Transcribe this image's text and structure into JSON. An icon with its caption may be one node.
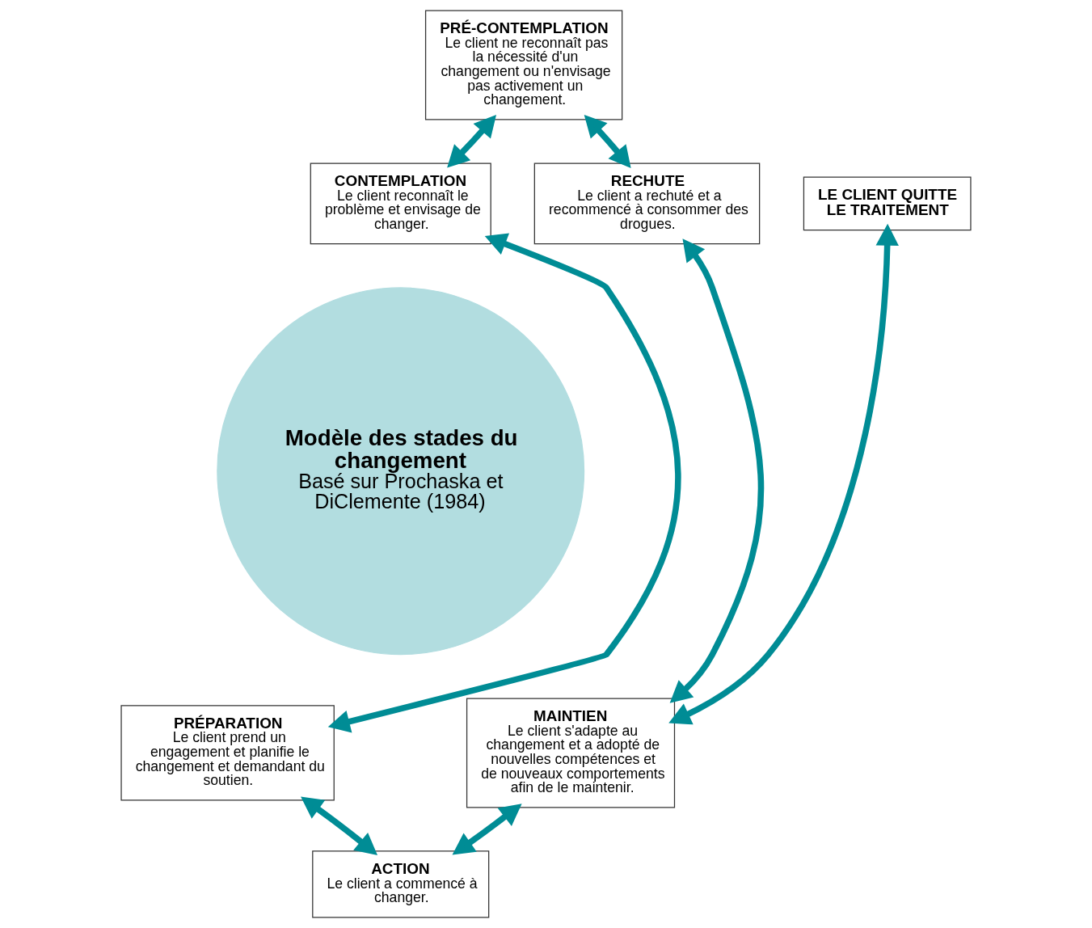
{
  "diagram": {
    "nodes": [
      {
        "text": [
          "Modèle des stades du changement",
          "Basé sur Prochaska et DiClemente (1984)"
        ]
      },
      {
        "text": [
          "PRÉ-CONTEMPLATION",
          "Le client ne reconnaît pas la nécessité d'un changement ou n'envisage pas activement un changement."
        ]
      },
      {
        "text": [
          "CONTEMPLATION",
          "Le client reconnaît le problème et envisage de changer."
        ]
      },
      {
        "text": [
          "PRÉPARATION",
          "Le client prend un engagement et planifie le changement et demandant du soutien."
        ]
      },
      {
        "text": [
          "ACTION",
          "Le client a commencé à changer."
        ]
      },
      {
        "text": [
          "MAINTIEN",
          "Le client s'adapte au changement et a adopté de nouvelles compétences et de nouveaux comportements afin de le maintenir."
        ]
      },
      {
        "text": [
          "RECHUTE",
          "Le client a rechuté et a recommencé à consommer des drogues."
        ]
      },
      {
        "text": [
          "LE CLIENT QUITTE LE TRAITEMENT"
        ]
      }
    ],
    "edges": [
      {
        "from": 6,
        "to": 1,
        "arrow": "both"
      },
      {
        "from": 1,
        "to": 2,
        "arrow": "both"
      },
      {
        "from": 2,
        "to": 3,
        "arrow": "both"
      },
      {
        "from": 3,
        "to": 4,
        "arrow": "both"
      },
      {
        "from": 4,
        "to": 5,
        "arrow": "both"
      },
      {
        "from": 5,
        "to": 6,
        "arrow": "both"
      },
      {
        "from": 7,
        "to": 5,
        "arrow": "both"
      }
    ]
  }
}
